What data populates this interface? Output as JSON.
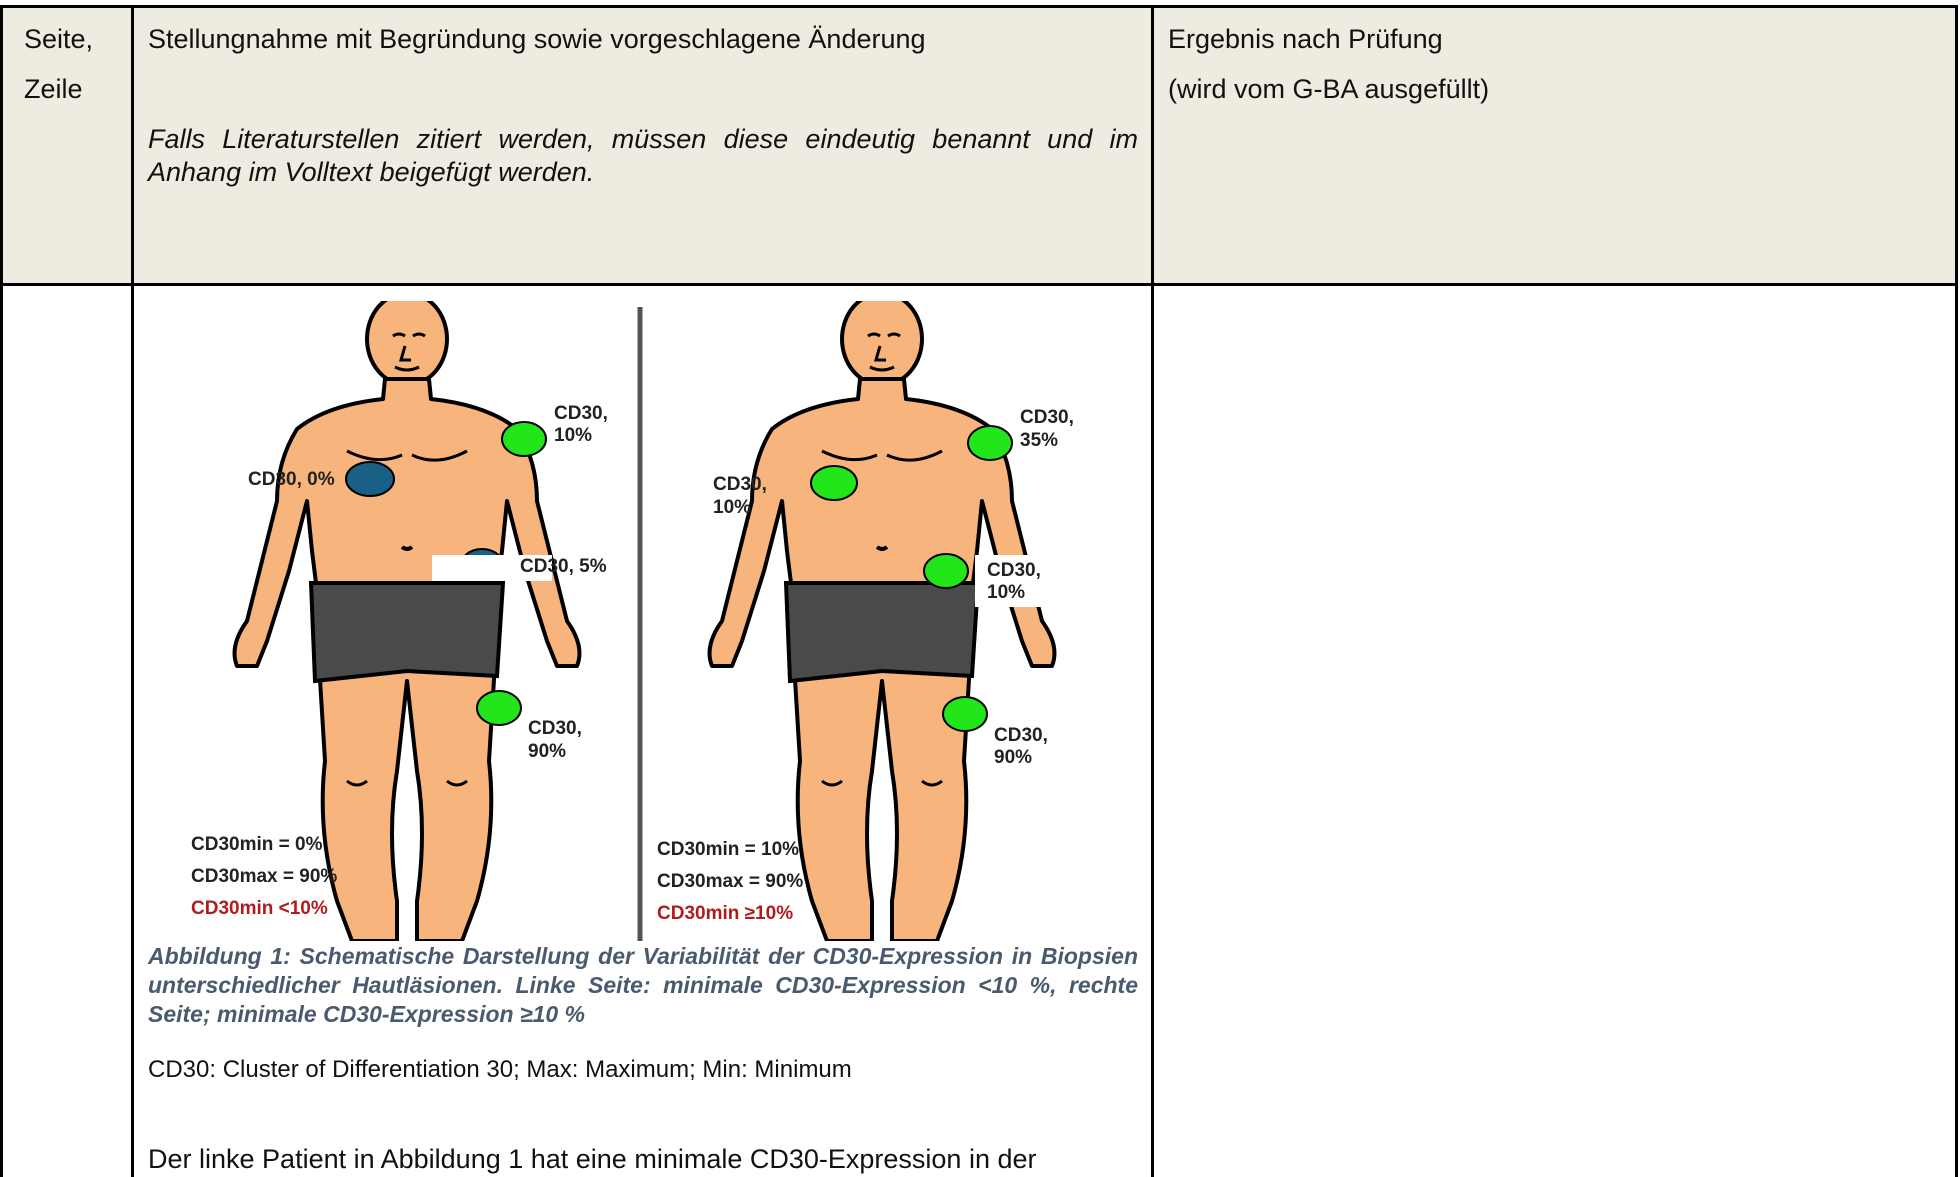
{
  "header": {
    "col1_line1": "Seite,",
    "col1_line2": "Zeile",
    "col2_title": "Stellungnahme mit Begründung sowie vorgeschlagene Änderung",
    "col2_note": "Falls Literaturstellen zitiert werden, müssen diese eindeutig benannt und im Anhang im Volltext beigefügt werden.",
    "col3_title": "Ergebnis nach Prüfung",
    "col3_note": "(wird vom G-BA ausgefüllt)"
  },
  "figure": {
    "left": {
      "labels": [
        "CD30,",
        "10%",
        "CD30, 0%",
        "CD30, 5%",
        "CD30,",
        "90%"
      ],
      "stats": {
        "min": "CD30min = 0%",
        "max": "CD30max = 90%",
        "flag": "CD30min <10%"
      }
    },
    "right": {
      "labels": [
        "CD30,",
        "35%",
        "CD30,",
        "10%",
        "CD30,",
        "10%",
        "CD30,",
        "90%"
      ],
      "stats": {
        "min": "CD30min = 10%",
        "max": "CD30max = 90%",
        "flag": "CD30min ≥10%"
      }
    },
    "colors": {
      "low": "#1a5f85",
      "high": "#22e61a",
      "skin": "#f7b47c",
      "shorts": "#4a4a4a",
      "flag": "#b01c1c"
    }
  },
  "caption": "Abbildung 1: Schematische Darstellung der Variabilität der CD30-Expression in Biopsien unterschiedlicher Hautläsionen. Linke Seite: minimale CD30-Expression <10 %, rechte Seite; minimale CD30-Expression ≥10 %",
  "abbrev": "CD30:  Cluster of Differentiation  30; Max: Maximum; Min: Minimum",
  "body_text": "Der linke Patient in Abbildung 1 hat eine minimale CD30-Expression in der"
}
